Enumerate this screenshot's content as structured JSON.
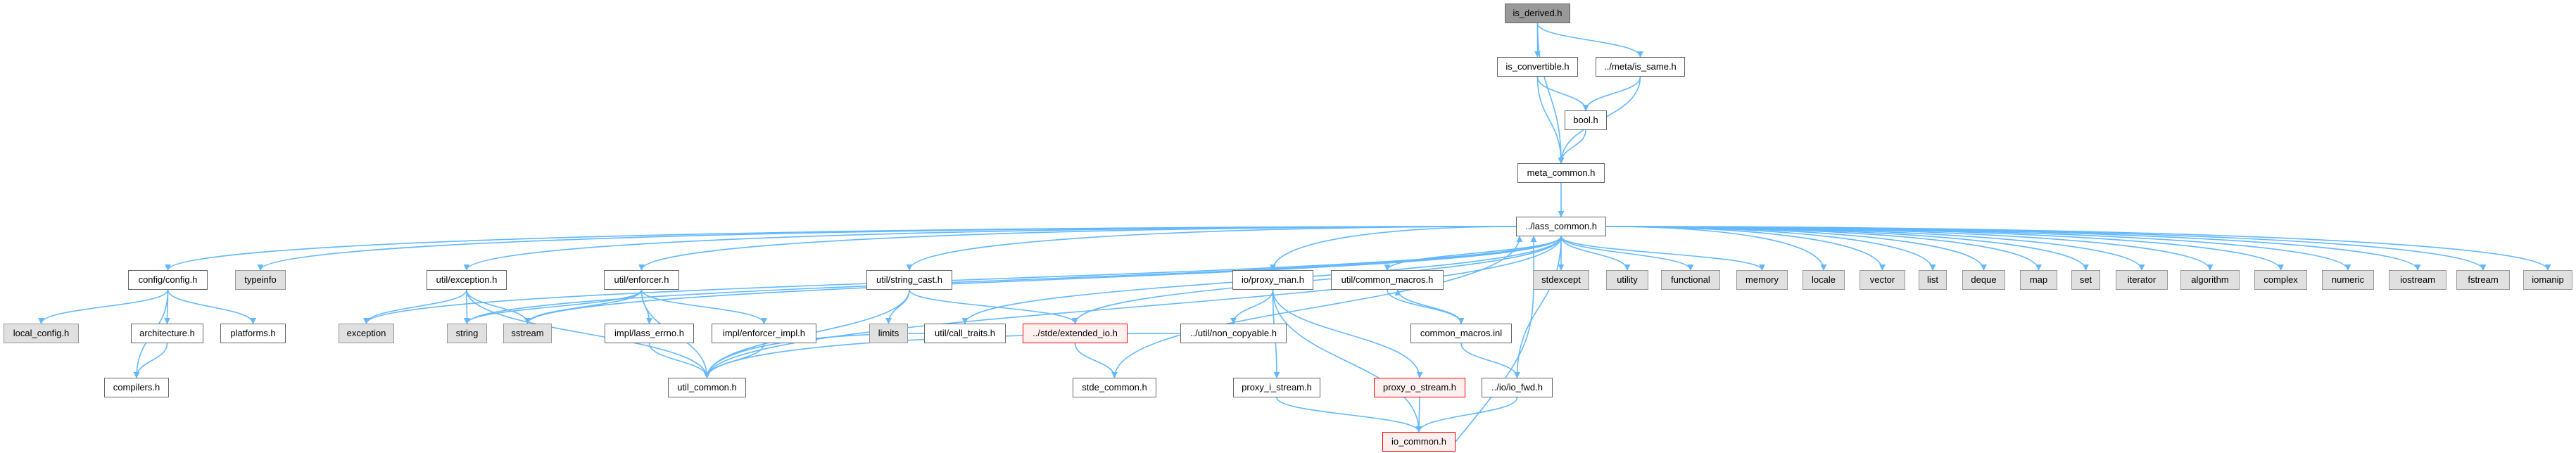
{
  "graph": {
    "edge_color": "#63b8ff",
    "nodes": [
      {
        "id": "is_derived",
        "label": "is_derived.h",
        "kind": "root"
      },
      {
        "id": "is_convertible",
        "label": "is_convertible.h",
        "kind": "default"
      },
      {
        "id": "is_same",
        "label": "../meta/is_same.h",
        "kind": "default"
      },
      {
        "id": "bool",
        "label": "bool.h",
        "kind": "default"
      },
      {
        "id": "meta_common",
        "label": "meta_common.h",
        "kind": "default"
      },
      {
        "id": "lass_common",
        "label": "../lass_common.h",
        "kind": "default"
      },
      {
        "id": "config",
        "label": "config/config.h",
        "kind": "default"
      },
      {
        "id": "typeinfo",
        "label": "typeinfo",
        "kind": "external"
      },
      {
        "id": "util_exception",
        "label": "util/exception.h",
        "kind": "default"
      },
      {
        "id": "util_enforcer",
        "label": "util/enforcer.h",
        "kind": "default"
      },
      {
        "id": "string_cast",
        "label": "util/string_cast.h",
        "kind": "default"
      },
      {
        "id": "proxy_man",
        "label": "io/proxy_man.h",
        "kind": "default"
      },
      {
        "id": "common_macros",
        "label": "util/common_macros.h",
        "kind": "default"
      },
      {
        "id": "stdexcept",
        "label": "stdexcept",
        "kind": "external"
      },
      {
        "id": "utility",
        "label": "utility",
        "kind": "external"
      },
      {
        "id": "functional",
        "label": "functional",
        "kind": "external"
      },
      {
        "id": "memory",
        "label": "memory",
        "kind": "external"
      },
      {
        "id": "locale",
        "label": "locale",
        "kind": "external"
      },
      {
        "id": "vector",
        "label": "vector",
        "kind": "external"
      },
      {
        "id": "list",
        "label": "list",
        "kind": "external"
      },
      {
        "id": "deque",
        "label": "deque",
        "kind": "external"
      },
      {
        "id": "map",
        "label": "map",
        "kind": "external"
      },
      {
        "id": "set",
        "label": "set",
        "kind": "external"
      },
      {
        "id": "iterator",
        "label": "iterator",
        "kind": "external"
      },
      {
        "id": "algorithm",
        "label": "algorithm",
        "kind": "external"
      },
      {
        "id": "complex",
        "label": "complex",
        "kind": "external"
      },
      {
        "id": "numeric",
        "label": "numeric",
        "kind": "external"
      },
      {
        "id": "iostream",
        "label": "iostream",
        "kind": "external"
      },
      {
        "id": "fstream",
        "label": "fstream",
        "kind": "external"
      },
      {
        "id": "iomanip",
        "label": "iomanip",
        "kind": "external"
      },
      {
        "id": "local_config",
        "label": "local_config.h",
        "kind": "external"
      },
      {
        "id": "architecture",
        "label": "architecture.h",
        "kind": "default"
      },
      {
        "id": "platforms",
        "label": "platforms.h",
        "kind": "default"
      },
      {
        "id": "exception",
        "label": "exception",
        "kind": "external"
      },
      {
        "id": "string",
        "label": "string",
        "kind": "external"
      },
      {
        "id": "sstream",
        "label": "sstream",
        "kind": "external"
      },
      {
        "id": "lass_errno",
        "label": "impl/lass_errno.h",
        "kind": "default"
      },
      {
        "id": "enforcer_impl",
        "label": "impl/enforcer_impl.h",
        "kind": "default"
      },
      {
        "id": "limits",
        "label": "limits",
        "kind": "external"
      },
      {
        "id": "call_traits",
        "label": "util/call_traits.h",
        "kind": "default"
      },
      {
        "id": "extended_io",
        "label": "../stde/extended_io.h",
        "kind": "red"
      },
      {
        "id": "non_copyable",
        "label": "../util/non_copyable.h",
        "kind": "default"
      },
      {
        "id": "common_macros_inl",
        "label": "common_macros.inl",
        "kind": "default"
      },
      {
        "id": "compilers",
        "label": "compilers.h",
        "kind": "default"
      },
      {
        "id": "util_common",
        "label": "util_common.h",
        "kind": "default"
      },
      {
        "id": "stde_common",
        "label": "stde_common.h",
        "kind": "default"
      },
      {
        "id": "proxy_i_stream",
        "label": "proxy_i_stream.h",
        "kind": "default"
      },
      {
        "id": "proxy_o_stream",
        "label": "proxy_o_stream.h",
        "kind": "red"
      },
      {
        "id": "io_fwd",
        "label": "../io/io_fwd.h",
        "kind": "default"
      },
      {
        "id": "io_common",
        "label": "io_common.h",
        "kind": "red"
      }
    ],
    "edges": [
      [
        "is_derived",
        "is_convertible"
      ],
      [
        "is_derived",
        "is_same"
      ],
      [
        "is_derived",
        "meta_common"
      ],
      [
        "is_convertible",
        "bool"
      ],
      [
        "is_convertible",
        "meta_common"
      ],
      [
        "is_same",
        "bool"
      ],
      [
        "is_same",
        "meta_common"
      ],
      [
        "bool",
        "meta_common"
      ],
      [
        "meta_common",
        "lass_common"
      ],
      [
        "lass_common",
        "config"
      ],
      [
        "lass_common",
        "typeinfo"
      ],
      [
        "lass_common",
        "util_common"
      ],
      [
        "lass_common",
        "exception"
      ],
      [
        "lass_common",
        "util_exception"
      ],
      [
        "lass_common",
        "string"
      ],
      [
        "lass_common",
        "sstream"
      ],
      [
        "lass_common",
        "util_enforcer"
      ],
      [
        "lass_common",
        "string_cast"
      ],
      [
        "lass_common",
        "call_traits"
      ],
      [
        "lass_common",
        "extended_io"
      ],
      [
        "lass_common",
        "proxy_man"
      ],
      [
        "lass_common",
        "common_macros"
      ],
      [
        "lass_common",
        "io_fwd"
      ],
      [
        "lass_common",
        "stdexcept"
      ],
      [
        "lass_common",
        "utility"
      ],
      [
        "lass_common",
        "functional"
      ],
      [
        "lass_common",
        "memory"
      ],
      [
        "lass_common",
        "locale"
      ],
      [
        "lass_common",
        "vector"
      ],
      [
        "lass_common",
        "list"
      ],
      [
        "lass_common",
        "deque"
      ],
      [
        "lass_common",
        "map"
      ],
      [
        "lass_common",
        "set"
      ],
      [
        "lass_common",
        "iterator"
      ],
      [
        "lass_common",
        "algorithm"
      ],
      [
        "lass_common",
        "complex"
      ],
      [
        "lass_common",
        "numeric"
      ],
      [
        "lass_common",
        "iostream"
      ],
      [
        "lass_common",
        "fstream"
      ],
      [
        "lass_common",
        "iomanip"
      ],
      [
        "config",
        "local_config"
      ],
      [
        "config",
        "compilers"
      ],
      [
        "config",
        "architecture"
      ],
      [
        "config",
        "platforms"
      ],
      [
        "architecture",
        "compilers"
      ],
      [
        "util_exception",
        "exception"
      ],
      [
        "util_exception",
        "string"
      ],
      [
        "util_exception",
        "sstream"
      ],
      [
        "util_exception",
        "util_common"
      ],
      [
        "util_enforcer",
        "string"
      ],
      [
        "util_enforcer",
        "sstream"
      ],
      [
        "util_enforcer",
        "util_common"
      ],
      [
        "util_enforcer",
        "lass_errno"
      ],
      [
        "util_enforcer",
        "enforcer_impl"
      ],
      [
        "lass_errno",
        "util_common"
      ],
      [
        "enforcer_impl",
        "util_common"
      ],
      [
        "string_cast",
        "limits"
      ],
      [
        "string_cast",
        "extended_io"
      ],
      [
        "string_cast",
        "util_common"
      ],
      [
        "call_traits",
        "util_common"
      ],
      [
        "extended_io",
        "stde_common"
      ],
      [
        "stde_common",
        "lass_common"
      ],
      [
        "proxy_man",
        "non_copyable"
      ],
      [
        "proxy_man",
        "proxy_i_stream"
      ],
      [
        "proxy_man",
        "proxy_o_stream"
      ],
      [
        "proxy_man",
        "io_common"
      ],
      [
        "non_copyable",
        "util_common"
      ],
      [
        "common_macros",
        "common_macros_inl"
      ],
      [
        "common_macros_inl",
        "common_macros"
      ],
      [
        "common_macros_inl",
        "io_fwd"
      ],
      [
        "proxy_i_stream",
        "io_common"
      ],
      [
        "proxy_o_stream",
        "io_common"
      ],
      [
        "io_fwd",
        "io_common"
      ],
      [
        "io_common",
        "lass_common"
      ]
    ]
  }
}
